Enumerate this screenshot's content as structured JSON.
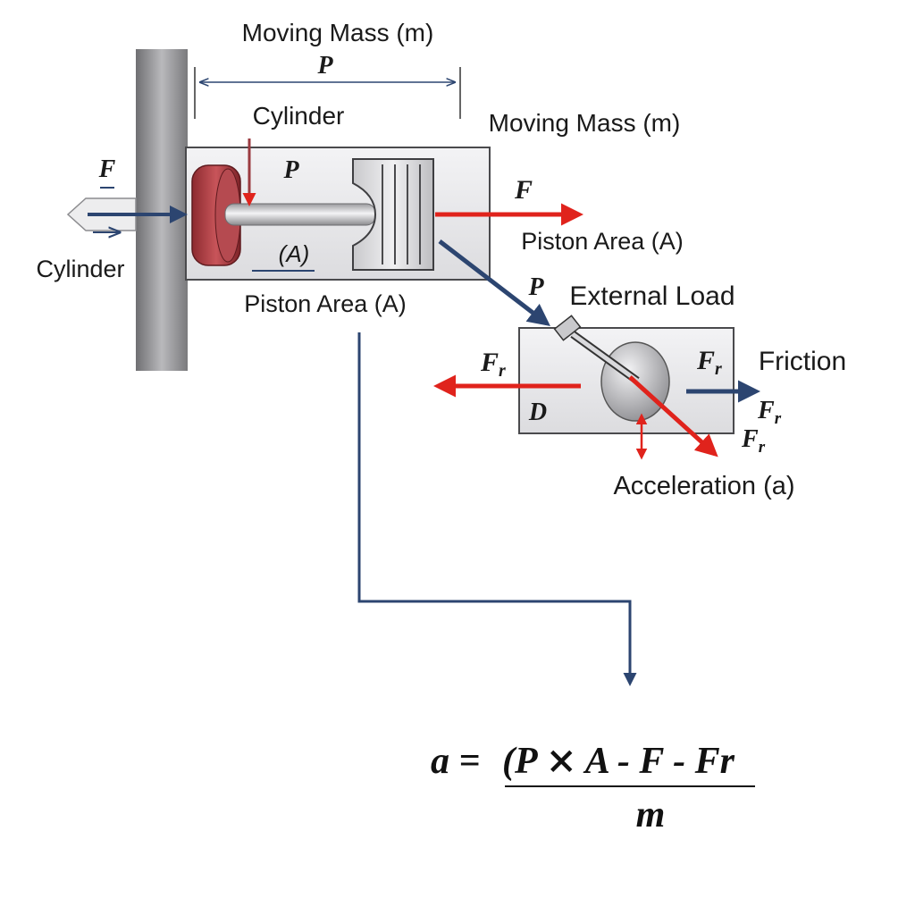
{
  "labels": {
    "moving_mass_top": "Moving Mass (m)",
    "p_top": "P",
    "cylinder_top": "Cylinder",
    "moving_mass_right": "Moving Mass (m)",
    "f_left": "F",
    "p_inner": "P",
    "f_right": "F",
    "piston_area_right": "Piston Area (A)",
    "cylinder_left": "Cylinder",
    "a_inner": "(A)",
    "piston_area_bottom": "Piston Area (A)",
    "p_load": "P",
    "external_load": "External Load",
    "fr_left": "F",
    "fr_left_sub": "r",
    "fr_right": "F",
    "fr_right_sub": "r",
    "friction": "Friction",
    "d_label": "D",
    "fr_lower1": "F",
    "fr_lower1_sub": "r",
    "fr_lower2": "F",
    "fr_lower2_sub": "r",
    "acceleration": "Acceleration (a)"
  },
  "equation": {
    "lhs": "a = ",
    "numerator": "(P ⨯ A - F - Fr",
    "denominator": "m"
  },
  "colors": {
    "force_red": "#e0231c",
    "force_blue": "#2c4570",
    "wall_gray": "#8f8f91",
    "cap_red": "#a8353a",
    "body_fill": "#e6e6e8"
  }
}
